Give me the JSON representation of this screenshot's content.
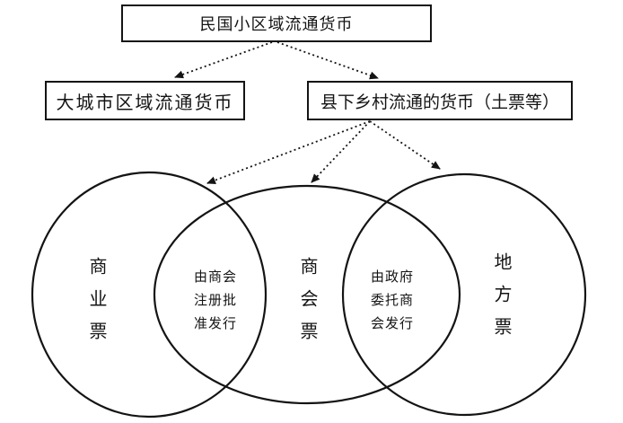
{
  "colors": {
    "line": "#141414",
    "background": "#ffffff"
  },
  "flowchart": {
    "root": {
      "label": "民国小区域流通货币"
    },
    "children": [
      {
        "label": "大城市区域流通货币"
      },
      {
        "label": "县下乡村流通的货币（土票等）"
      }
    ]
  },
  "venn": {
    "circles": [
      {
        "label": "商业票"
      },
      {
        "label": "商会票"
      },
      {
        "label": "地方票"
      }
    ],
    "overlaps": [
      {
        "between": "商业票/商会票",
        "text": "由商会注册批准发行",
        "lines": [
          "由商会",
          "注册批",
          "准发行"
        ]
      },
      {
        "between": "商会票/地方票",
        "text": "由政府委托商会发行",
        "lines": [
          "由政府",
          "委托商",
          "会发行"
        ]
      }
    ]
  }
}
